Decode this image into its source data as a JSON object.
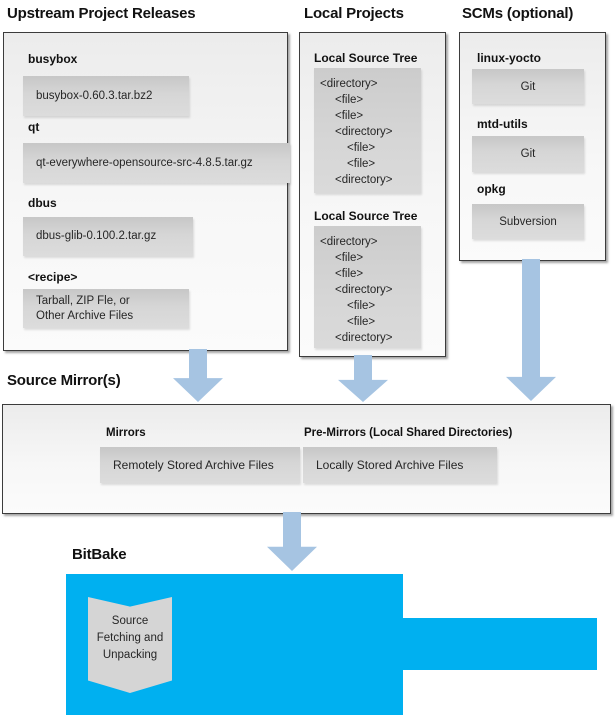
{
  "upstream": {
    "title": "Upstream Project Releases",
    "items": [
      {
        "label": "busybox",
        "file": "busybox-0.60.3.tar.bz2"
      },
      {
        "label": "qt",
        "file": "qt-everywhere-opensource-src-4.8.5.tar.gz"
      },
      {
        "label": "dbus",
        "file": "dbus-glib-0.100.2.tar.gz"
      },
      {
        "label": "<recipe>",
        "file": "Tarball, ZIP Fle, or\nOther Archive Files"
      }
    ]
  },
  "local": {
    "title": "Local Projects",
    "trees": [
      {
        "label": "Local Source Tree",
        "lines": [
          {
            "t": "<directory>"
          },
          {
            "t": "<file>"
          },
          {
            "t": "<file>"
          },
          {
            "t": "<directory>"
          },
          {
            "t": "<file>"
          },
          {
            "t": "<file>"
          },
          {
            "t": "<directory>"
          }
        ]
      },
      {
        "label": "Local Source Tree",
        "lines": [
          {
            "t": "<directory>"
          },
          {
            "t": "<file>"
          },
          {
            "t": "<file>"
          },
          {
            "t": "<directory>"
          },
          {
            "t": "<file>"
          },
          {
            "t": "<file>"
          },
          {
            "t": "<directory>"
          }
        ]
      }
    ]
  },
  "scms": {
    "title": "SCMs (optional)",
    "items": [
      {
        "label": "linux-yocto",
        "scm": "Git"
      },
      {
        "label": "mtd-utils",
        "scm": "Git"
      },
      {
        "label": "opkg",
        "scm": "Subversion"
      }
    ]
  },
  "mirrors": {
    "title": "Source Mirror(s)",
    "groups": [
      {
        "label": "Mirrors",
        "bar": "Remotely Stored Archive Files"
      },
      {
        "label": "Pre-Mirrors (Local Shared Directories)",
        "bar": "Locally Stored Archive Files"
      }
    ]
  },
  "bitbake": {
    "title": "BitBake",
    "step": "Source\nFetching and\nUnpacking"
  },
  "colors": {
    "bitbake_cyan": "#00b0f0",
    "arrow_blue": "#a6c4e2",
    "bar_gray": "#d2d2d2"
  }
}
